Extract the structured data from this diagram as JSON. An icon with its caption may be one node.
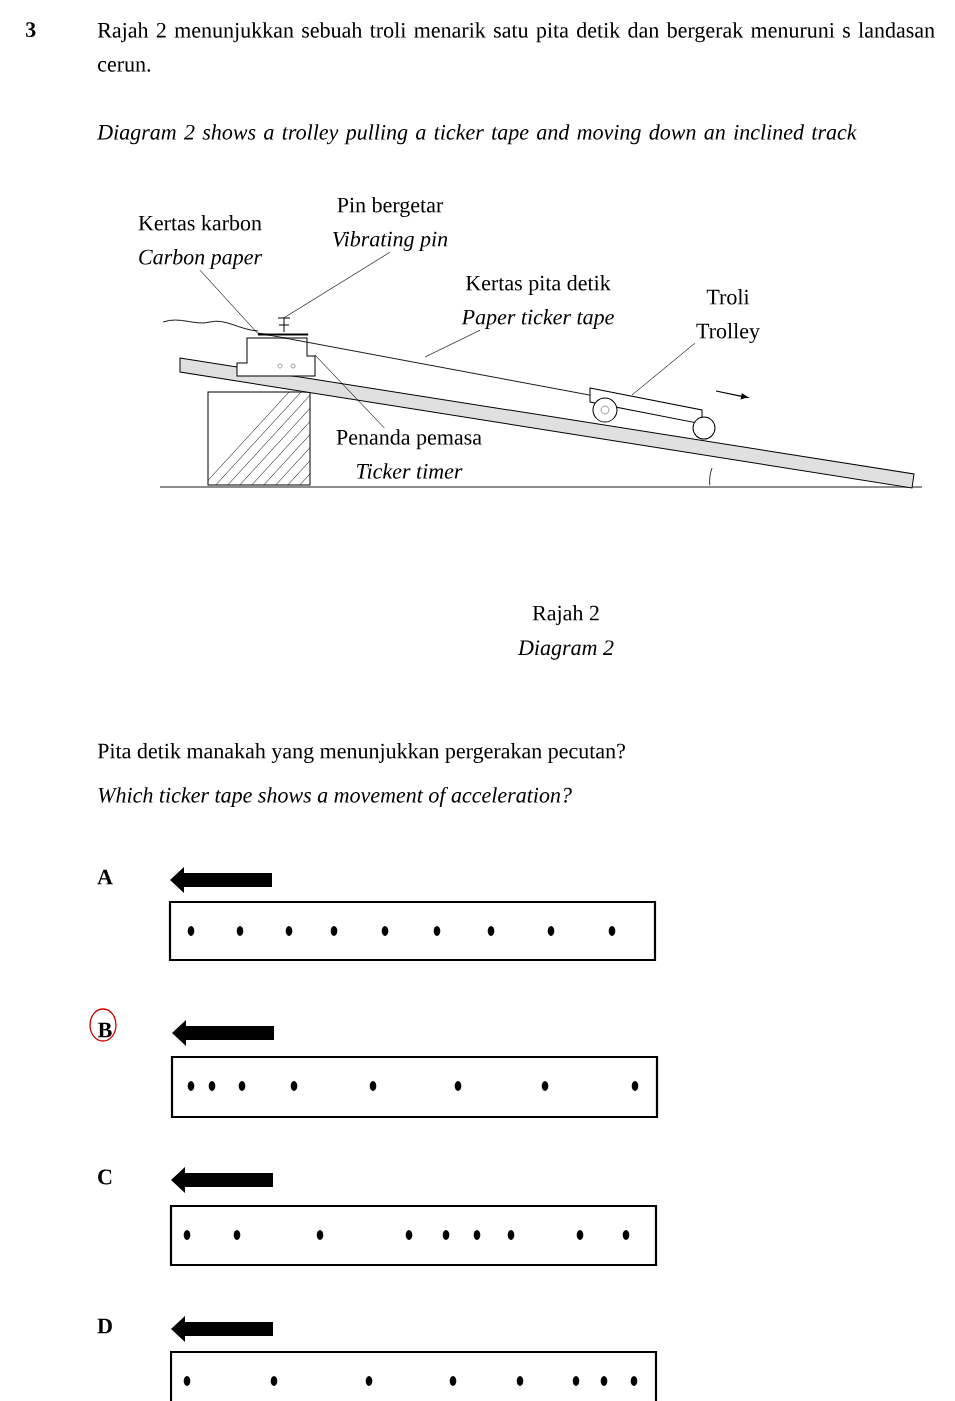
{
  "diagram": {
    "nodes": [
      {
        "text": [
          "Kertas karbon",
          "Carbon paper"
        ]
      },
      {
        "text": [
          "Pin bergetar",
          "Vibrating pin"
        ]
      },
      {
        "text": [
          "Kertas pita detik",
          "Paper ticker tape"
        ]
      },
      {
        "text": [
          "Troli",
          "Trolley"
        ]
      },
      {
        "text": [
          "Penanda pemasa",
          "Ticker timer"
        ]
      },
      {
        "text": [],
        "shape": "picture"
      },
      {
        "text": [],
        "shape": "bar"
      }
    ],
    "edges": [
      {
        "from": 0,
        "to": 6,
        "arrow": "none"
      },
      {
        "from": 1,
        "to": 5,
        "arrow": "none"
      },
      {
        "from": 2,
        "to": null,
        "arrow": "none"
      },
      {
        "from": 3,
        "to": null,
        "arrow": "none"
      },
      {
        "from": 4,
        "to": null,
        "arrow": "none"
      }
    ],
    "labels": [
      "3",
      "Rajah 2 menunjukkan sebuah troli menarik satu pita detik dan bergerak menuruni s landasan cerun.",
      "Diagram 2 shows a trolley pulling a ticker tape and moving down an inclined track",
      "Rajah 2",
      "Diagram 2",
      "Pita detik manakah yang menunjukkan pergerakan pecutan?",
      "Which ticker tape shows a movement of acceleration?",
      "A",
      "B",
      "C",
      "D"
    ]
  }
}
